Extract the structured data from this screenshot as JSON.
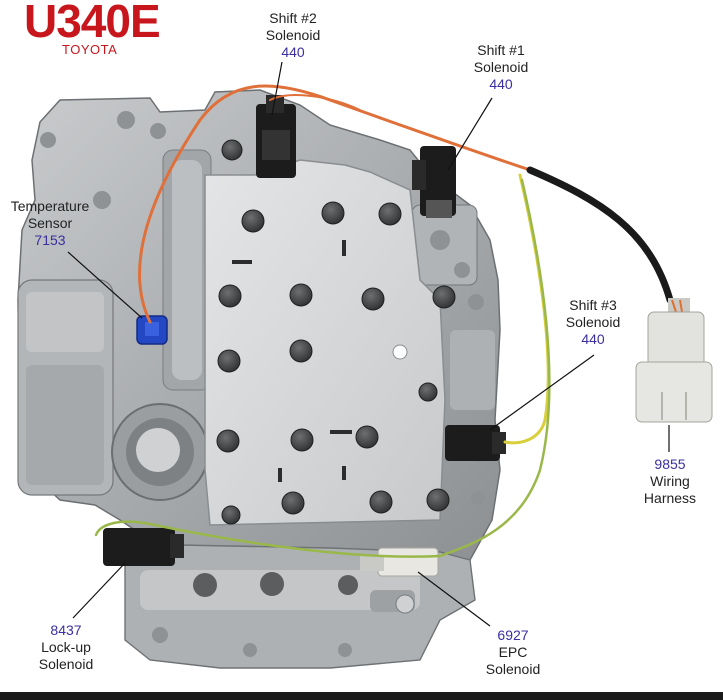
{
  "header": {
    "title": "U340E",
    "brand": "TOYOTA"
  },
  "labels": {
    "shift2": {
      "name1": "Shift #2",
      "name2": "Solenoid",
      "number": "440"
    },
    "shift1": {
      "name1": "Shift #1",
      "name2": "Solenoid",
      "number": "440"
    },
    "temp": {
      "name1": "Temperature",
      "name2": "Sensor",
      "number": "7153"
    },
    "shift3": {
      "name1": "Shift #3",
      "name2": "Solenoid",
      "number": "440"
    },
    "harness": {
      "number": "9855",
      "name1": "Wiring",
      "name2": "Harness"
    },
    "lockup": {
      "number": "8437",
      "name1": "Lock-up",
      "name2": "Solenoid"
    },
    "epc": {
      "number": "6927",
      "name1": "EPC",
      "name2": "Solenoid"
    }
  },
  "colors": {
    "title": "#c8161d",
    "part_number": "#3b2fa0",
    "valve_body": "#b9bcbf",
    "plate": "#d9dadc",
    "solenoid": "#1c1c1c",
    "temp_sensor": "#2447c4",
    "wire_orange": "#e0703a",
    "wire_green": "#9ab84a",
    "wire_yellow": "#d8cf3a",
    "connector": "#e2e2de"
  }
}
